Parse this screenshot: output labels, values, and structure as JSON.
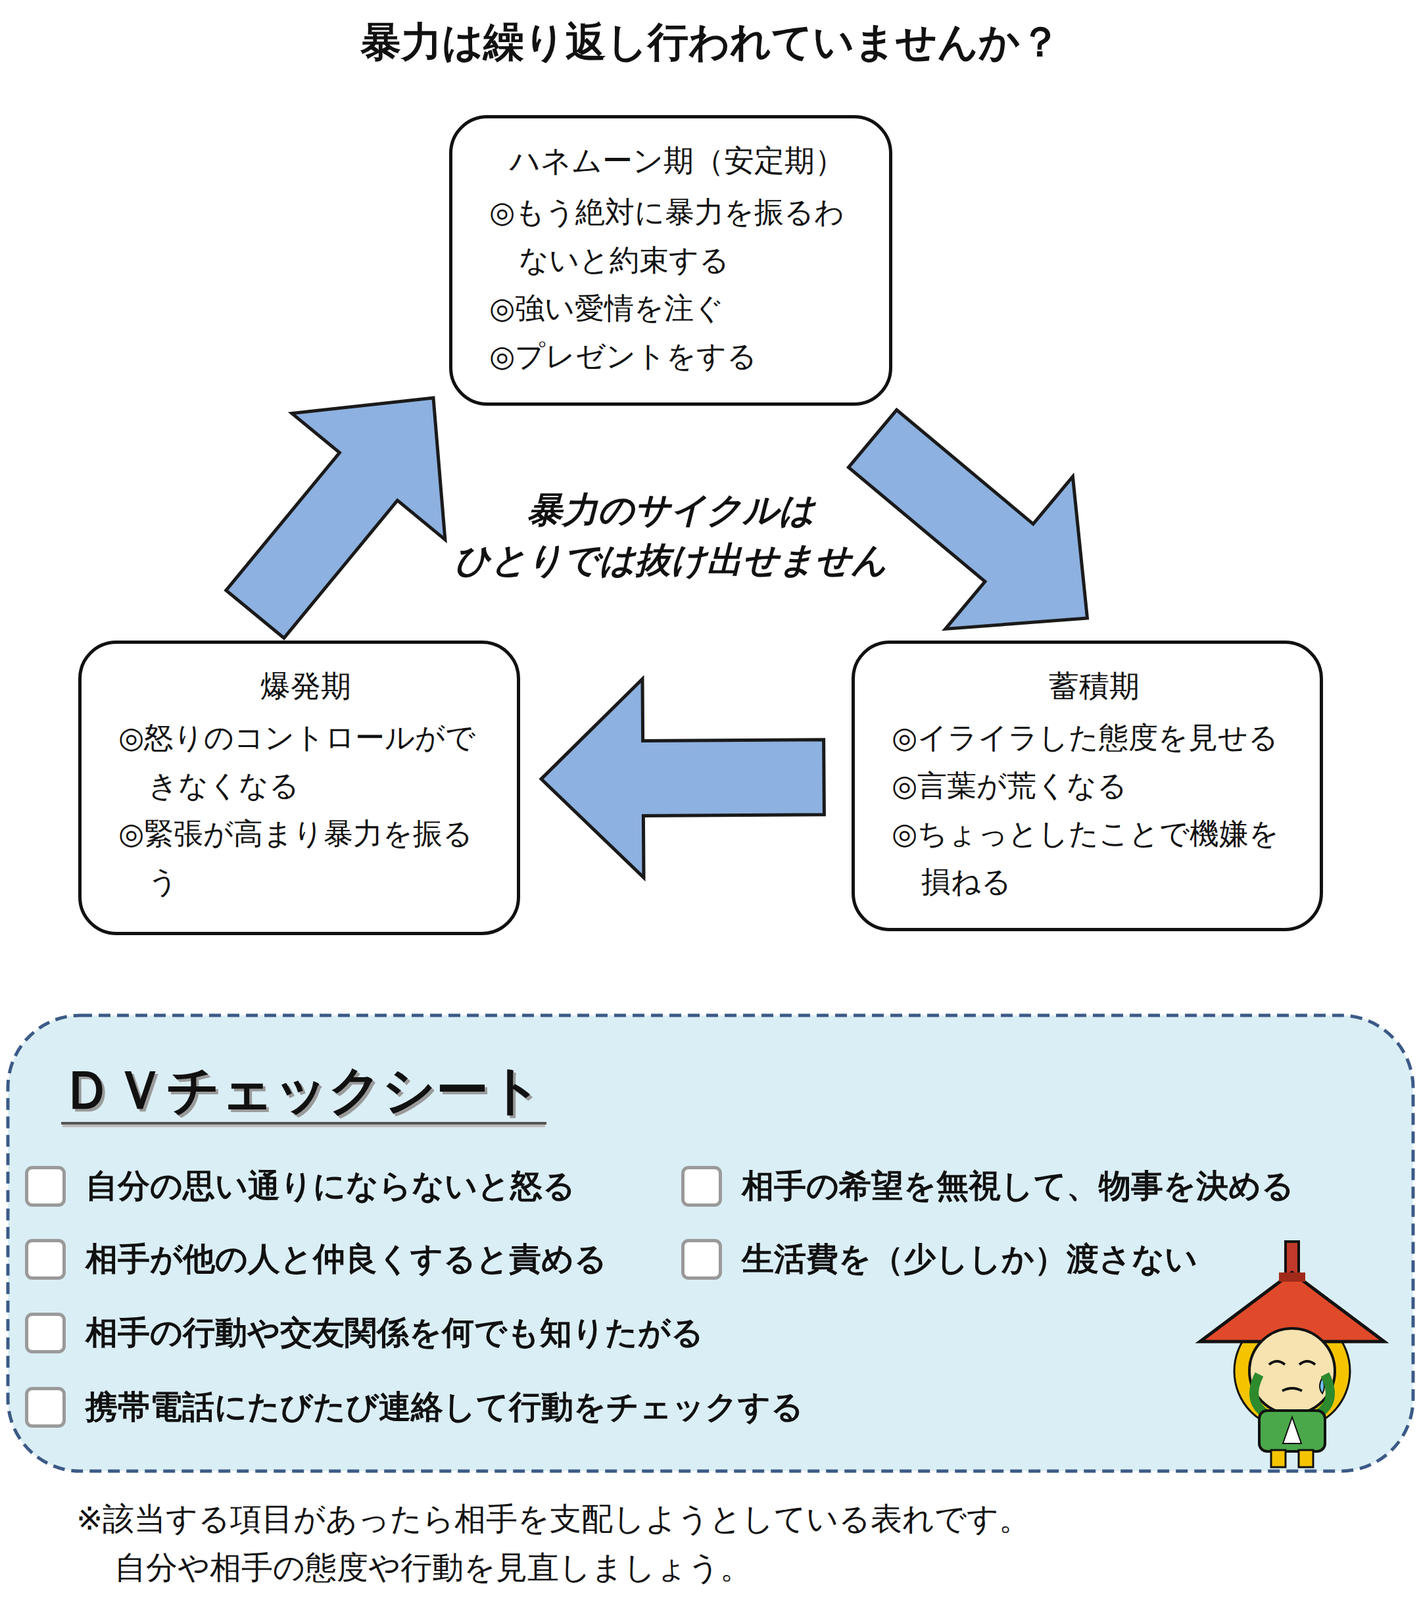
{
  "diagram": {
    "title": "暴力は繰り返し行われていませんか？",
    "nodes": [
      {
        "text": [
          "ハネムーン期（安定期）",
          "◎もう絶対に暴力を振るわないと約束する",
          "◎強い愛情を注ぐ",
          "◎プレゼントをする"
        ]
      },
      {
        "text": [
          "蓄積期",
          "◎イライラした態度を見せる",
          "◎言葉が荒くなる",
          "◎ちょっとしたことで機嫌を損ねる"
        ]
      },
      {
        "text": [
          "爆発期",
          "◎怒りのコントロールができなくなる",
          "◎緊張が高まり暴力を振るう"
        ]
      },
      {
        "text": [
          "ＤＶチェックシート",
          "自分の思い通りにならないと怒る",
          "相手の希望を無視して、物事を決める",
          "相手が他の人と仲良くすると責める",
          "生活費を（少ししか）渡さない",
          "相手の行動や交友関係を何でも知りたがる",
          "携帯電話にたびたび連絡して行動をチェックする"
        ]
      }
    ],
    "edges": [
      {
        "from": 0,
        "to": 1,
        "arrow": "to"
      },
      {
        "from": 1,
        "to": 2,
        "arrow": "to"
      },
      {
        "from": 2,
        "to": 0,
        "arrow": "to"
      }
    ],
    "labels": [
      "暴力のサイクルは ひとりでは抜け出せません",
      "※該当する項目があったら相手を支配しようとしている表れです。 自分や相手の態度や行動を見直しましょう。"
    ]
  }
}
